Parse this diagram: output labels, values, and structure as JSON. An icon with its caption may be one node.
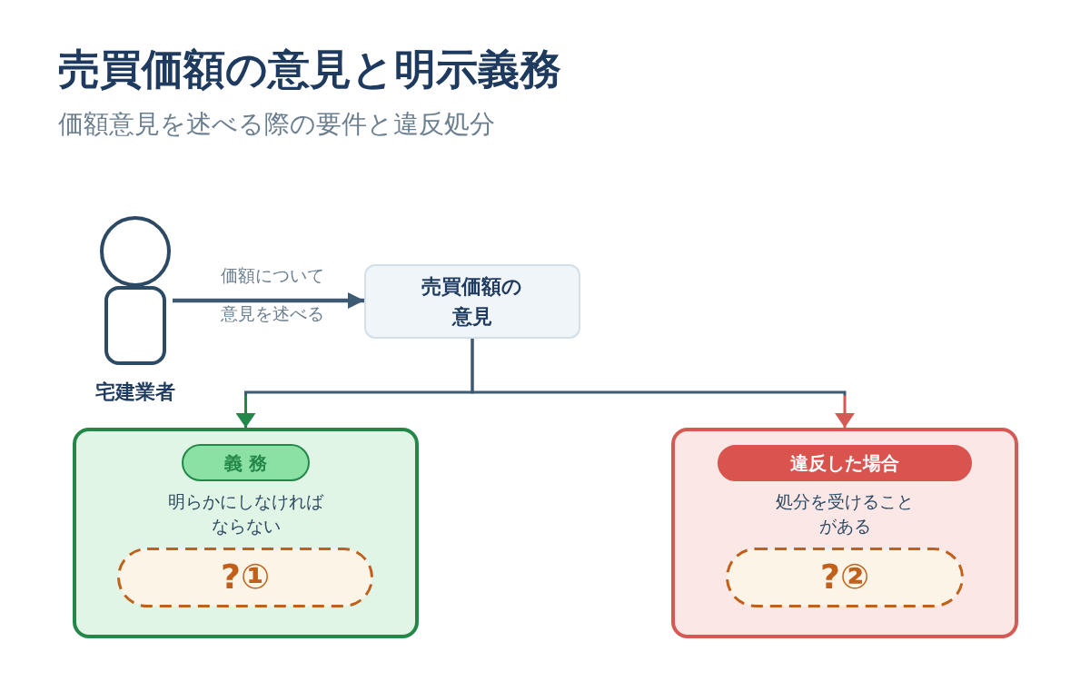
{
  "diagram": {
    "title": "売買価額の意見と明示義務",
    "nodes": [
      {
        "text": [],
        "shape": "person",
        "beside": [
          "宅建業者"
        ]
      },
      {
        "text": [
          "売買価額の意見"
        ]
      },
      {
        "text": [
          "明らかにしなければならない"
        ]
      },
      {
        "text": [
          "義 務"
        ],
        "in": 2
      },
      {
        "text": [
          "?①"
        ],
        "in": 2
      },
      {
        "text": [
          "処分を受けることがある"
        ]
      },
      {
        "text": [
          "違反した場合"
        ],
        "in": 5
      },
      {
        "text": [
          "?②"
        ],
        "in": 5
      }
    ],
    "edges": [
      {
        "from": 0,
        "to": 1,
        "arrow": "to",
        "label": "価額について意見を述べる"
      },
      {
        "from": 1,
        "to": 2,
        "arrow": "to",
        "color": "#24874a"
      },
      {
        "from": 1,
        "to": 5,
        "arrow": "to",
        "color": "#d65a54"
      }
    ],
    "labels": [
      "価額意見を述べる際の要件と違反処分"
    ]
  }
}
